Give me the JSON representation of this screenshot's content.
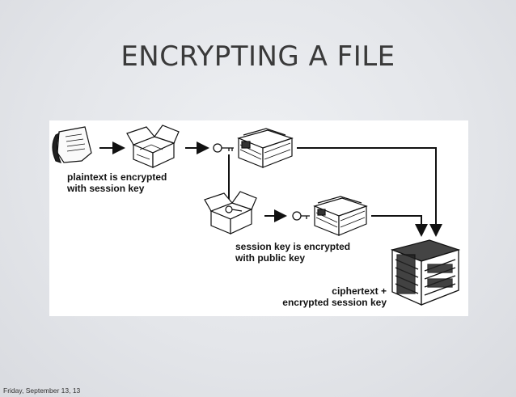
{
  "slide": {
    "title": "ENCRYPTING A FILE",
    "footer_date": "Friday, September 13, 13"
  },
  "diagram": {
    "steps": [
      {
        "id": "plaintext",
        "icon": "plaintext-document-icon"
      },
      {
        "id": "open-box",
        "icon": "open-box-icon"
      },
      {
        "id": "session-key",
        "icon": "session-key-icon"
      },
      {
        "id": "locked-box",
        "icon": "locked-box-icon"
      },
      {
        "id": "open-box-2",
        "icon": "open-box-with-key-icon"
      },
      {
        "id": "public-key",
        "icon": "public-key-icon"
      },
      {
        "id": "locked-key-box",
        "icon": "locked-key-box-icon"
      },
      {
        "id": "output",
        "icon": "ciphertext-bundle-icon"
      }
    ],
    "captions": {
      "step1": "plaintext is encrypted\nwith session key",
      "step2": "session key is encrypted\nwith public key",
      "result": "ciphertext +\nencrypted session key"
    },
    "colors": {
      "ink": "#111111",
      "panel": "#ffffff"
    }
  }
}
